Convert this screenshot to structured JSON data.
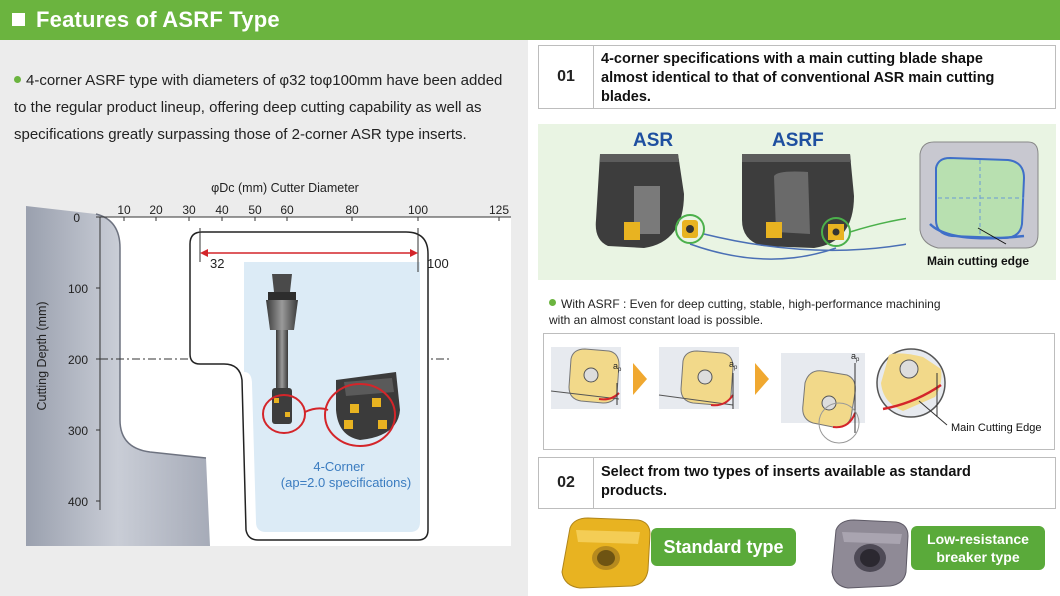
{
  "header": {
    "title": "Features of ASRF Type"
  },
  "intro": {
    "line1": "4-corner ASRF type with diameters of φ32 toφ100mm have been added",
    "line2": "to the regular product lineup, offering deep cutting capability as well as",
    "line3": "specifications greatly surpassing those of 2-corner ASR type inserts."
  },
  "diagram": {
    "x_axis_title": "φDc (mm) Cutter Diameter",
    "x_ticks": [
      "10",
      "20",
      "30",
      "40",
      "50",
      "60",
      "80",
      "100",
      "125"
    ],
    "y_axis_title": "Cutting Depth (mm)",
    "y_ticks": [
      "0",
      "100",
      "200",
      "300",
      "400"
    ],
    "range_start": "32",
    "range_end": "100",
    "caption_line1": "4-Corner",
    "caption_line2": "(ap=2.0 specifications)"
  },
  "spec1": {
    "number": "01",
    "line1": "4-corner specifications with a main cutting blade shape",
    "line2": "almost identical to that of conventional ASR main cutting",
    "line3": "blades."
  },
  "comparison": {
    "label_asr": "ASR",
    "label_asrf": "ASRF",
    "main_cutting_edge": "Main cutting edge"
  },
  "asrf_note": {
    "line1": "With ASRF : Even for deep cutting, stable, high-performance machining",
    "line2": "with an almost constant load is possible."
  },
  "steps": {
    "ap_label": "a",
    "ap_sub": "p",
    "main_cutting_edge": "Main Cutting Edge"
  },
  "spec2": {
    "number": "02",
    "line1": "Select from two types of inserts available as standard",
    "line2": "products."
  },
  "inserts": {
    "standard": "Standard type",
    "low_res_line1": "Low-resistance",
    "low_res_line2": "breaker type"
  },
  "colors": {
    "brand_green": "#6bb43f",
    "asr_blue": "#1e4fa0",
    "range_red": "#d4252a",
    "insert_gold": "#e8b321"
  }
}
